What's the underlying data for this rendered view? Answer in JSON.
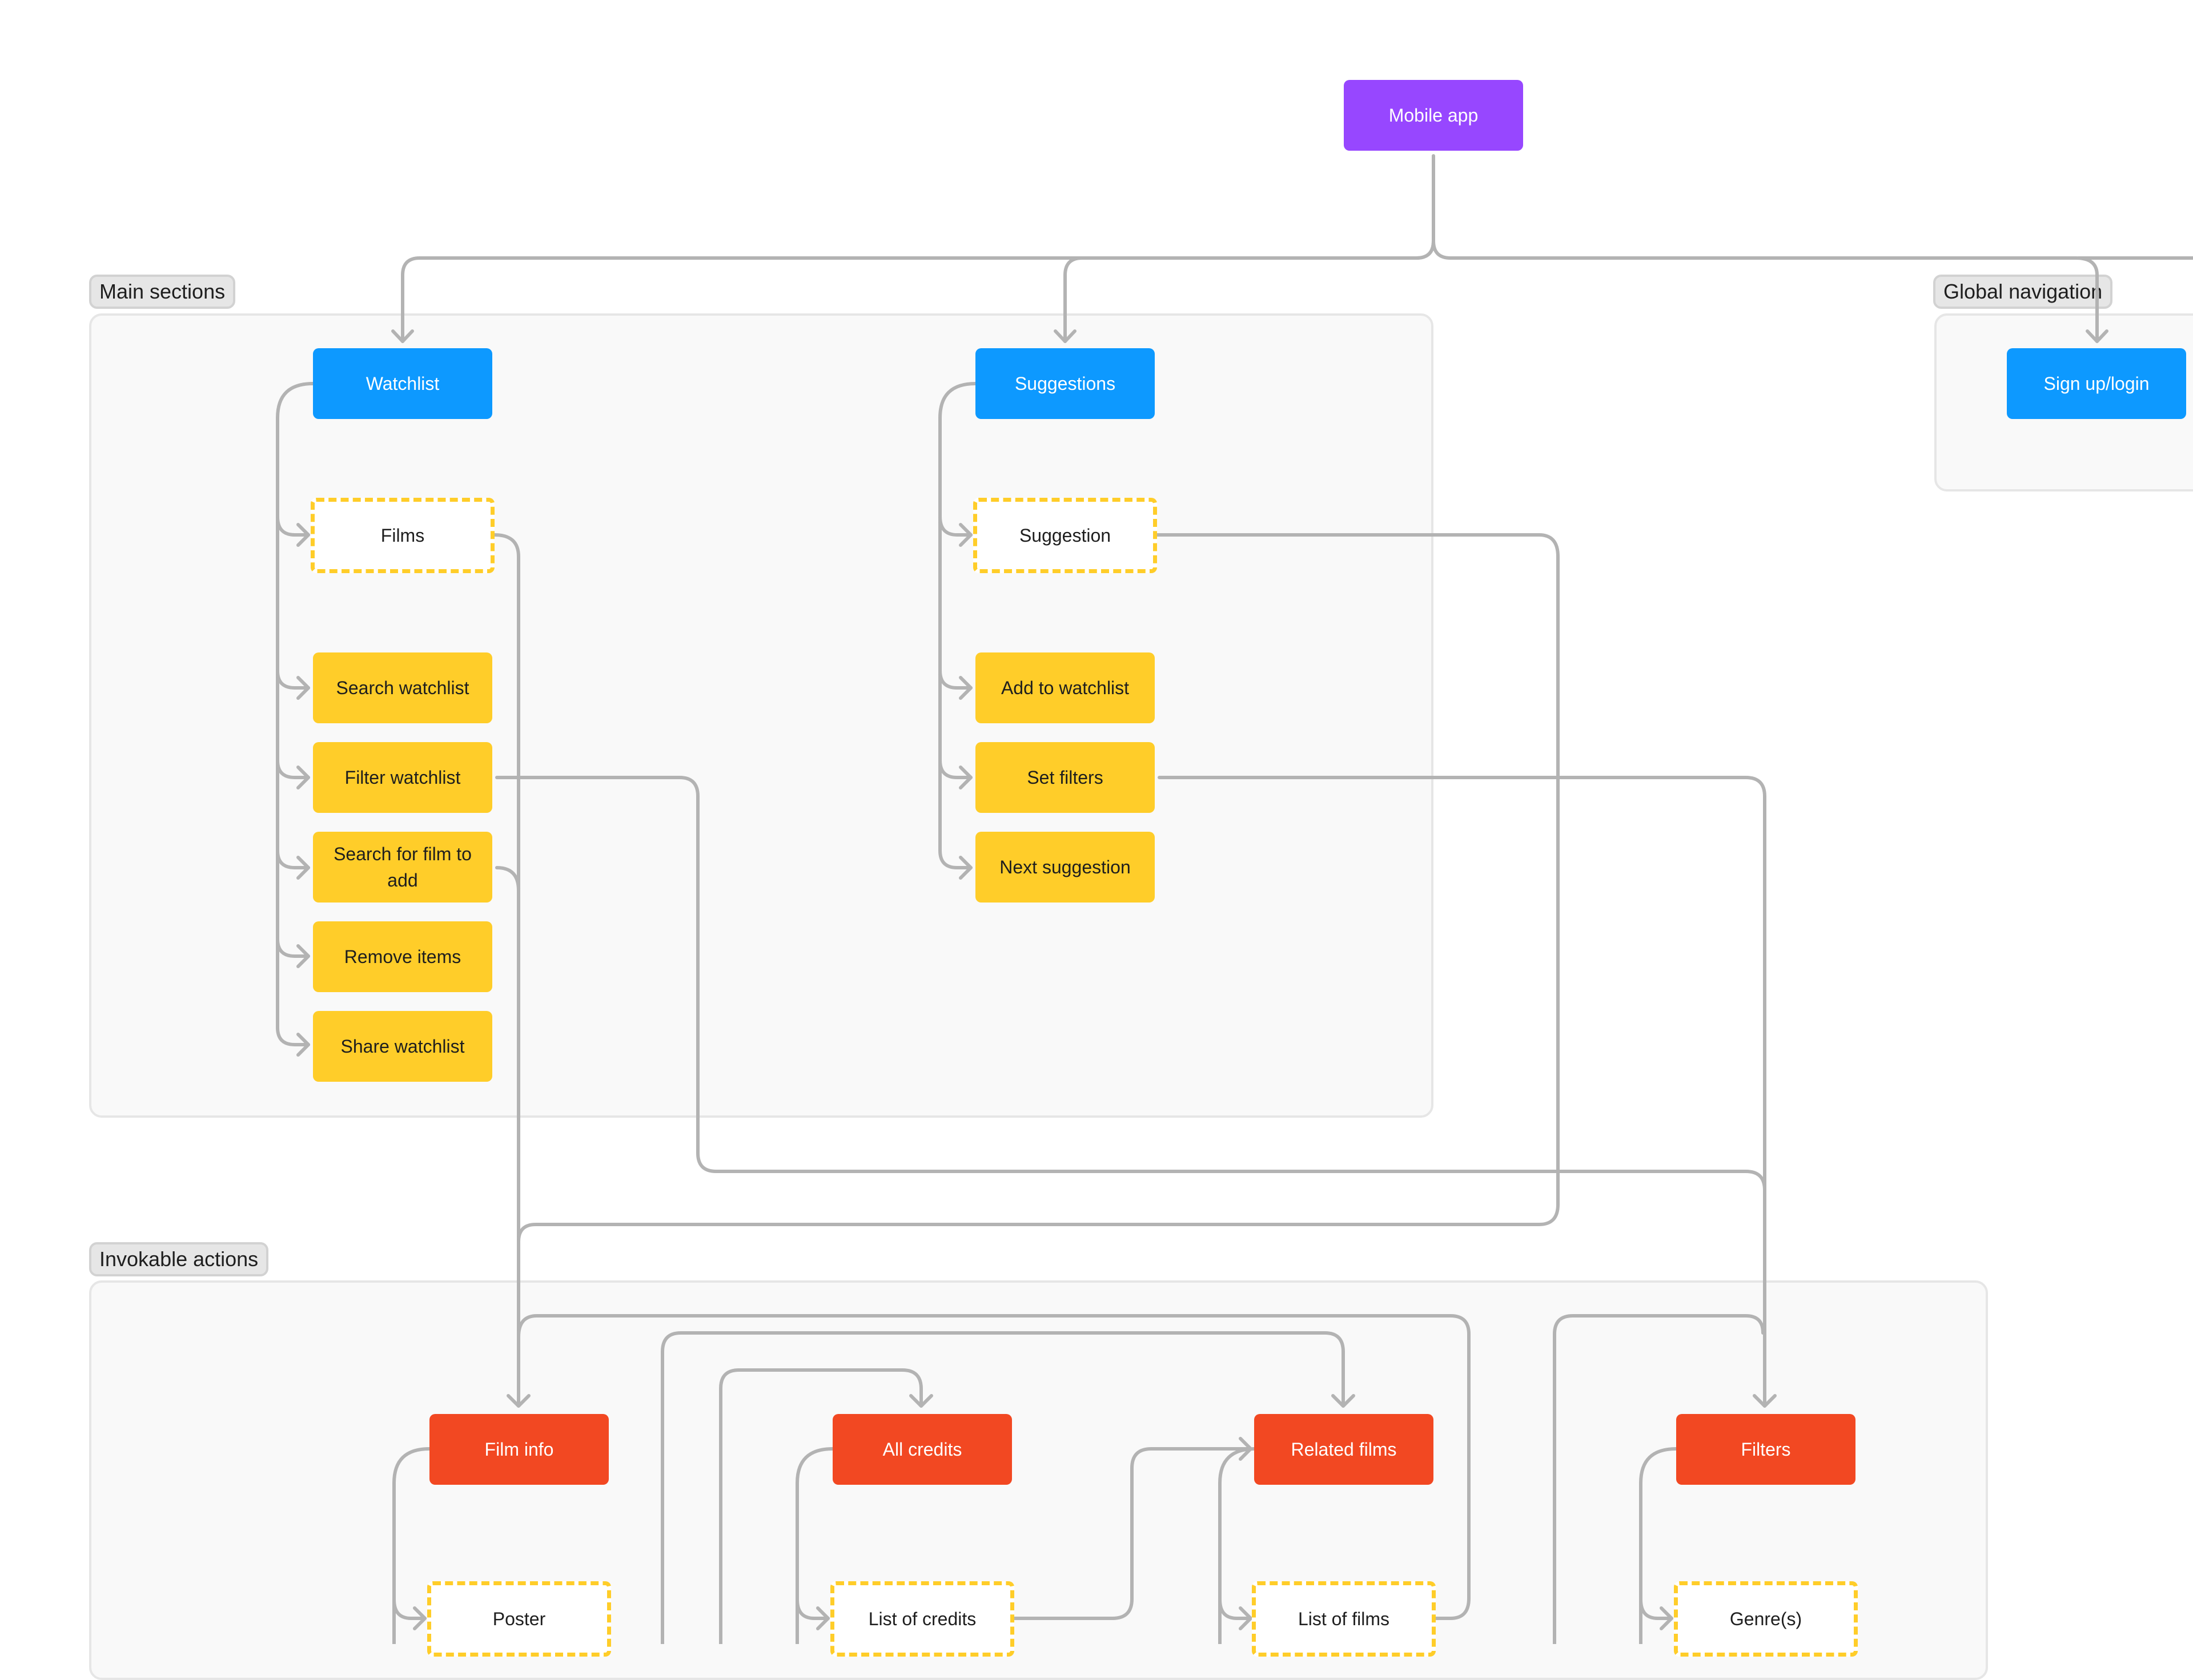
{
  "sections": {
    "main": {
      "label": "Main sections"
    },
    "global": {
      "label": "Global navigation"
    },
    "invokable": {
      "label": "Invokable actions"
    }
  },
  "nodes": {
    "mobile_app": "Mobile app",
    "watchlist": "Watchlist",
    "suggestions": "Suggestions",
    "sign_up_login": "Sign up/login",
    "films": "Films",
    "suggestion": "Suggestion",
    "search_watchlist": "Search watchlist",
    "add_to_watchlist": "Add to watchlist",
    "filter_watchlist": "Filter watchlist",
    "set_filters": "Set filters",
    "search_film_line1": "Search for film to",
    "search_film_line2": "add",
    "next_suggestion": "Next suggestion",
    "remove_items": "Remove items",
    "share_watchlist": "Share watchlist",
    "film_info": "Film info",
    "all_credits": "All credits",
    "related_films": "Related films",
    "filters": "Filters",
    "poster": "Poster",
    "list_of_credits": "List of credits",
    "list_of_films": "List of films",
    "genres": "Genre(s)"
  },
  "colors": {
    "root": "#9747ff",
    "section_node": "#0d99ff",
    "action": "#ffcd29",
    "invokable": "#f24822",
    "connector": "#b3b3b3"
  }
}
